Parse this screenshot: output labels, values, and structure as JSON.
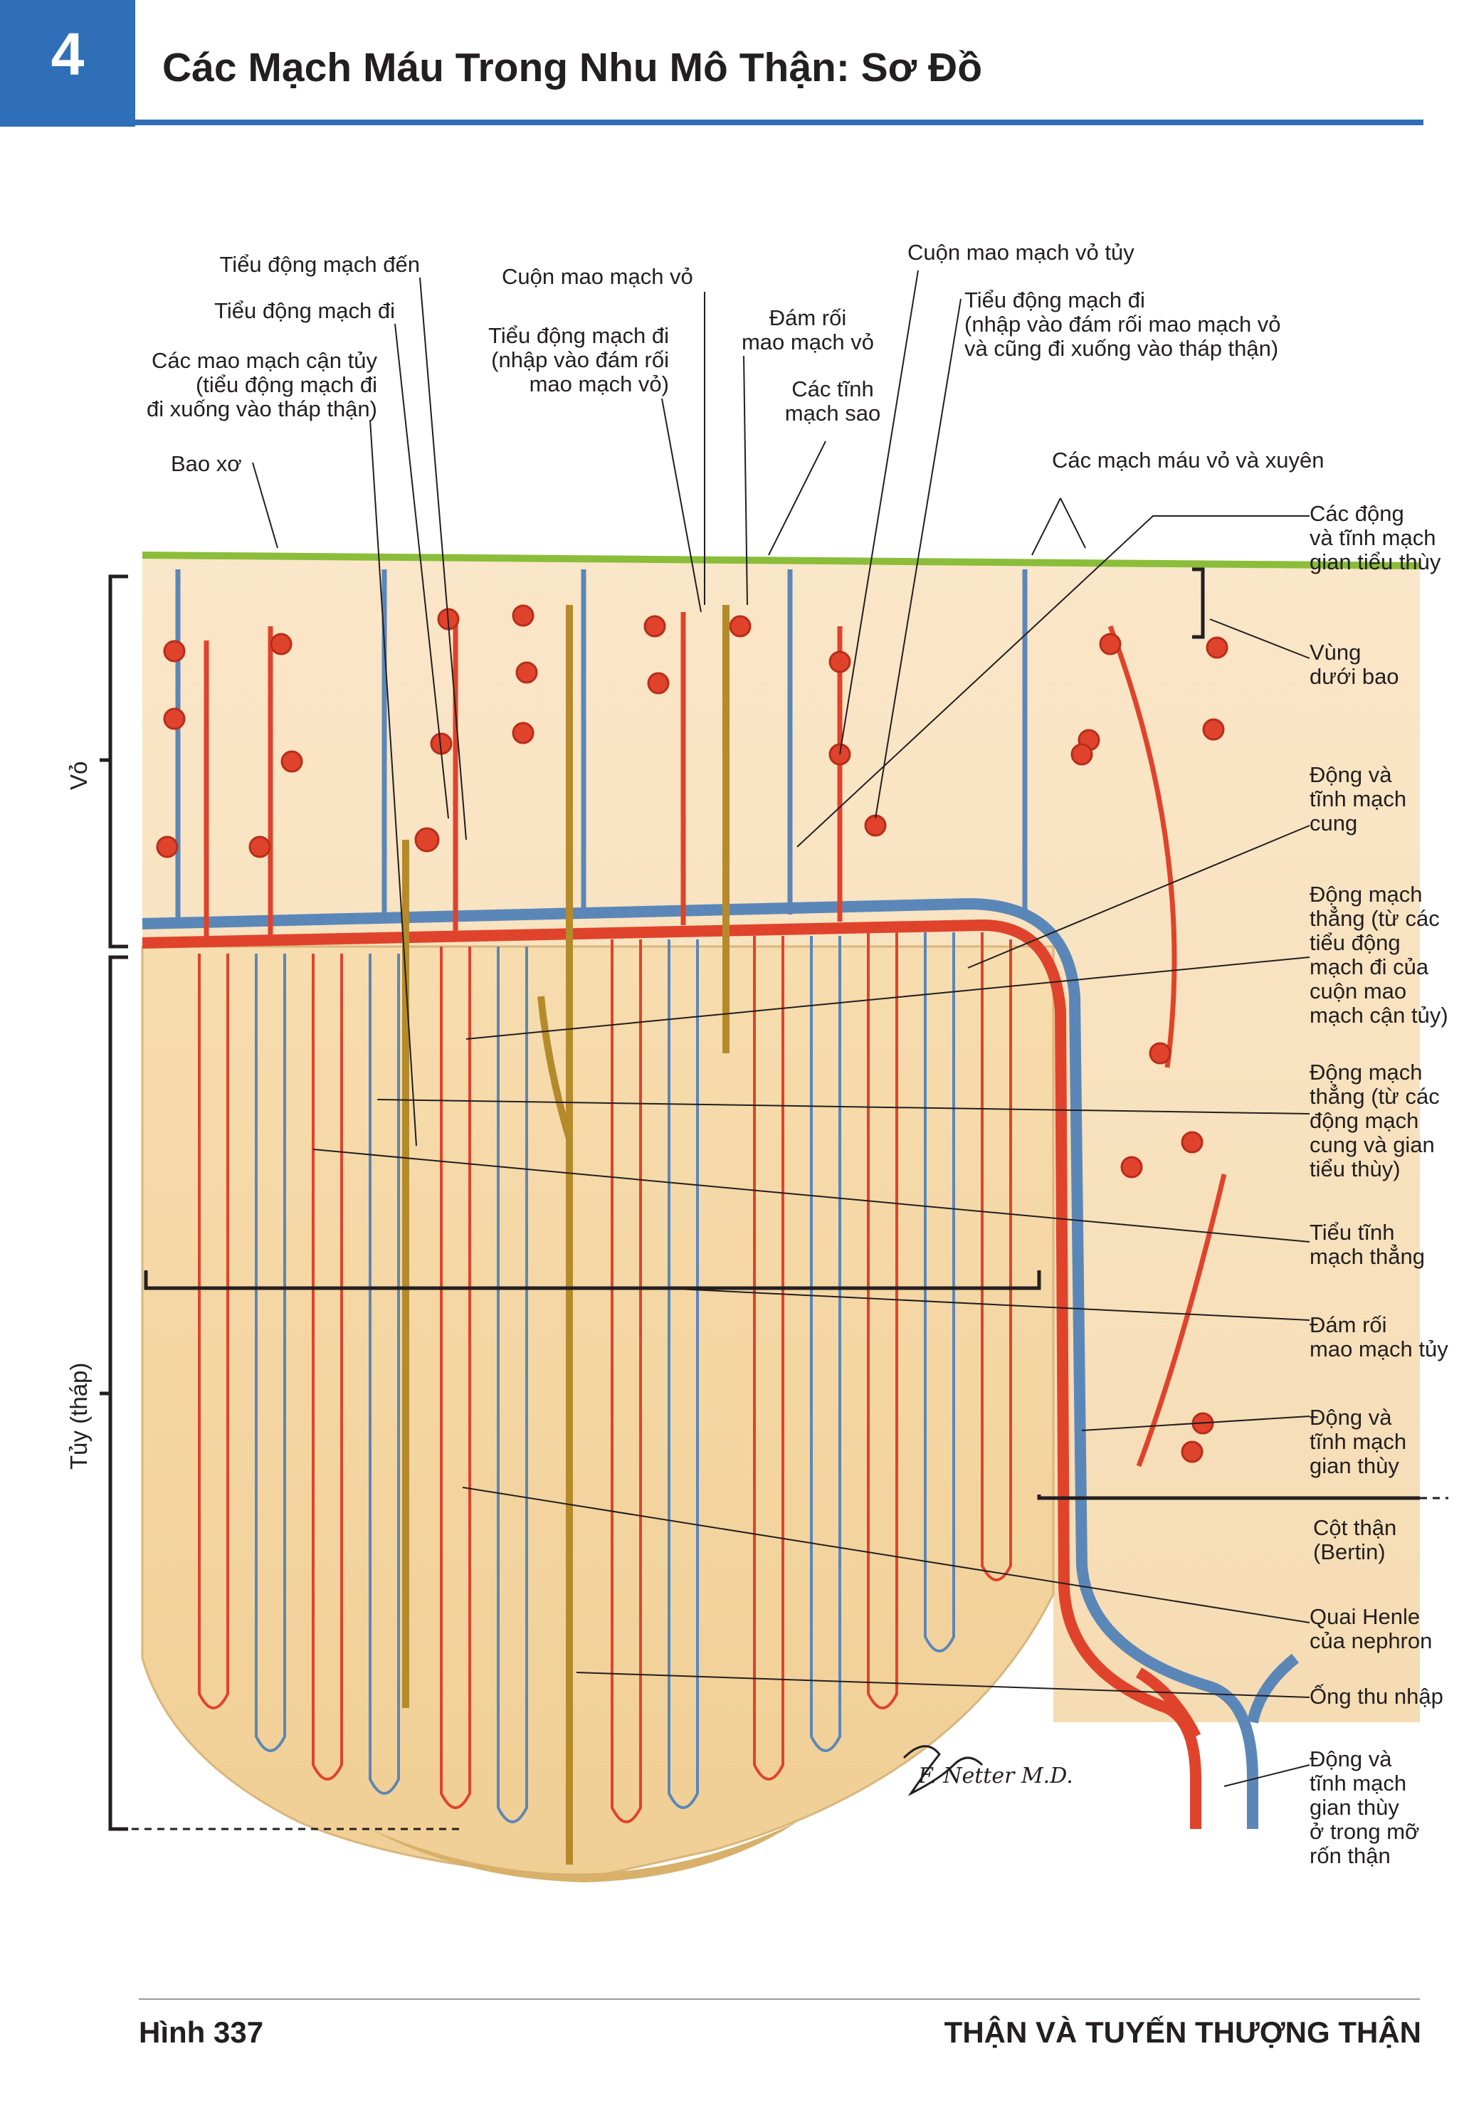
{
  "header": {
    "chapter_number": "4",
    "title": "Các Mạch Máu Trong Nhu Mô Thận: Sơ Đồ"
  },
  "labels": {
    "afferent_arteriole": "Tiểu động mạch đến",
    "efferent_arteriole": "Tiểu động mạch đi",
    "juxtamedullary_capillaries": "Các mao mạch cận tủy\n(tiểu động mạch đi\nđi xuống vào tháp thận)",
    "fibrous_capsule": "Bao xơ",
    "cortical_glomerulus": "Cuộn mao mạch vỏ",
    "efferent_to_cortical_plexus": "Tiểu động mạch đi\n(nhập vào đám rối\nmao mạch vỏ)",
    "cortical_capillary_plexus": "Đám rối\nmao mạch vỏ",
    "stellate_veins": "Các tĩnh\nmạch sao",
    "juxtamedullary_glomerulus": "Cuộn mao mạch vỏ tủy",
    "efferent_to_plexus_and_pyramid": "Tiểu động mạch đi\n(nhập vào đám rối mao mạch vỏ\nvà cũng đi xuống vào tháp thận)",
    "perforating_vessels": "Các mạch máu vỏ và xuyên",
    "interlobular_vessels": "Các động\nvà tĩnh mạch\ngian tiểu thùy",
    "subcapsular_zone": "Vùng\ndưới bao",
    "arcuate_vessels": "Động và\ntĩnh mạch\ncung",
    "arteriolae_rectae_juxtamedullary": "Động mạch\nthẳng (từ các\ntiểu động\nmạch đi của\ncuộn mao\nmạch cận tủy)",
    "arteriolae_rectae_arcuate": "Động mạch\nthẳng (từ các\nđộng mạch\ncung và gian\ntiểu thùy)",
    "venulae_rectae": "Tiểu tĩnh\nmạch thẳng",
    "medullary_plexus": "Đám rối\nmao mạch tủy",
    "interlobar_vessels": "Động và\ntĩnh mạch\ngian thùy",
    "renal_column": "Cột thận\n(Bertin)",
    "loop_of_henle": "Quai Henle\ncủa nephron",
    "collecting_duct": "Ống thu nhập",
    "interlobar_in_sinus_fat": "Động và\ntĩnh mạch\ngian thùy\nở trong mỡ\nrốn thận"
  },
  "regions": {
    "cortex": "Vỏ",
    "medulla": "Tủy (tháp)"
  },
  "signature": "F. Netter M.D.",
  "footer": {
    "figure": "Hình 337",
    "section": "THẬN VÀ TUYẾN THƯỢNG THẬN"
  },
  "colors": {
    "accent": "#2f6fb8",
    "artery": "#e0432b",
    "vein": "#5b87b8",
    "capsule": "#8bbd3a",
    "parenchyma": "#f6dcb0",
    "duct": "#b58a2a"
  }
}
